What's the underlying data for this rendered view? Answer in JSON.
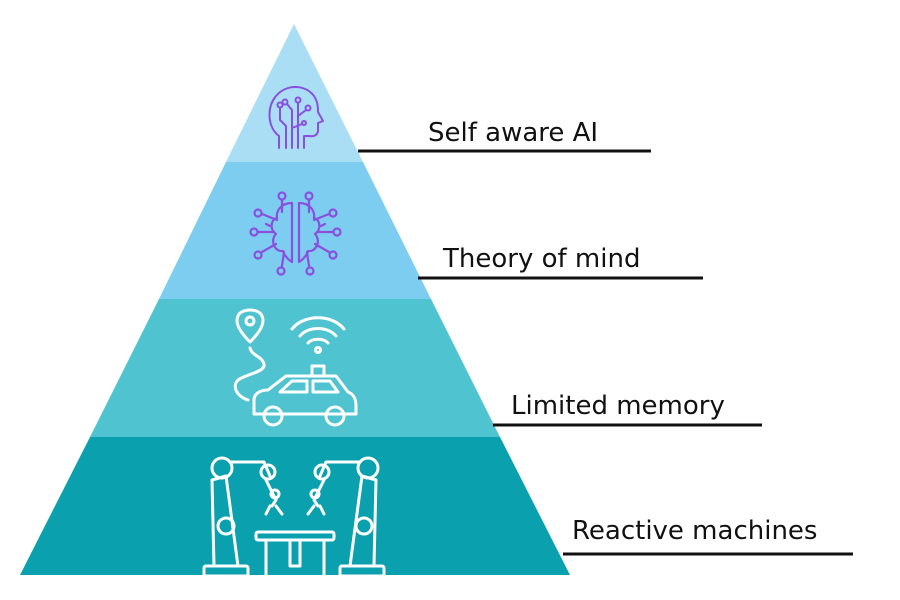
{
  "tiers": [
    {
      "label": "Self aware AI",
      "icon": "ai-head-icon",
      "color": "#a9def5"
    },
    {
      "label": "Theory of mind",
      "icon": "neural-brain-icon",
      "color": "#7dcdf0"
    },
    {
      "label": "Limited memory",
      "icon": "connected-car-icon",
      "color": "#4fc4d0"
    },
    {
      "label": "Reactive machines",
      "icon": "robotic-arms-icon",
      "color": "#0aa0ae"
    }
  ],
  "colors": {
    "icon_purple": "#8a4fe0",
    "icon_white": "#ffffff",
    "leader_line": "#111111"
  }
}
